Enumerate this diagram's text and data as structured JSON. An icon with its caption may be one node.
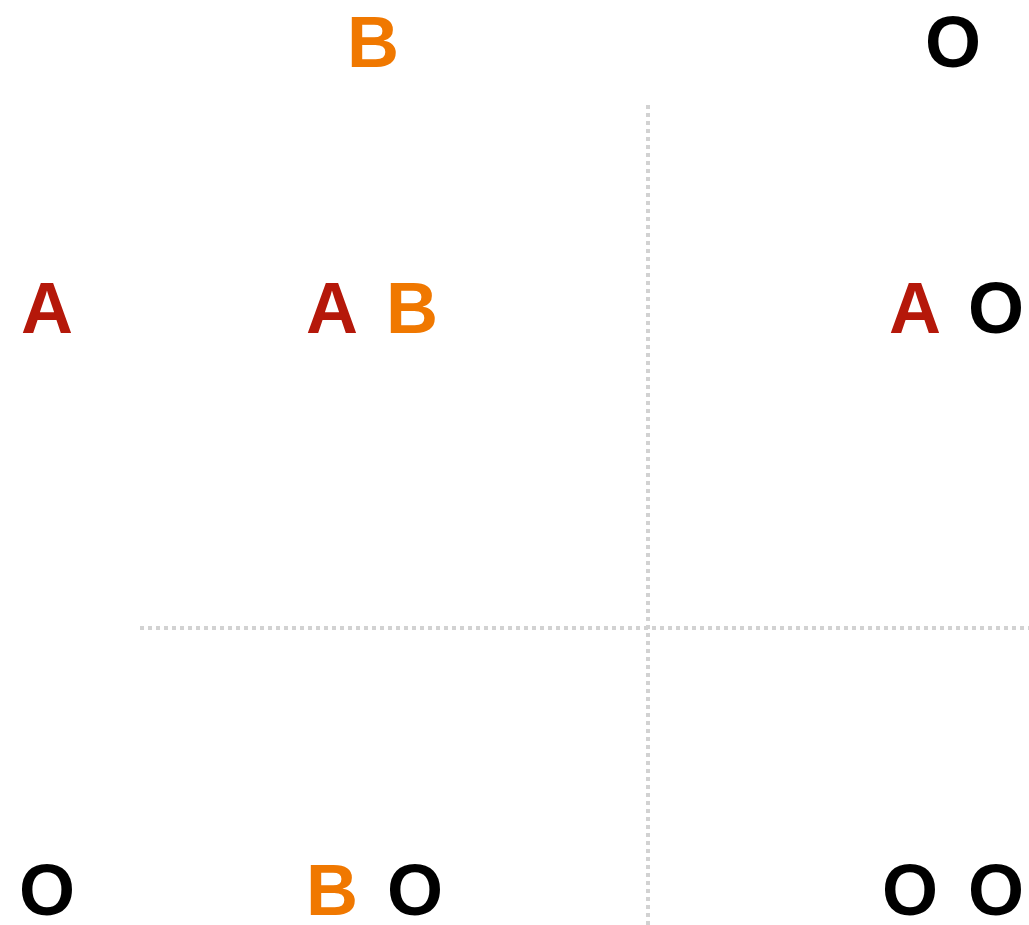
{
  "diagram": {
    "labels": [
      "B",
      "O",
      "A",
      "A",
      "B",
      "A",
      "O",
      "O",
      "B",
      "O",
      "O",
      "O"
    ]
  }
}
